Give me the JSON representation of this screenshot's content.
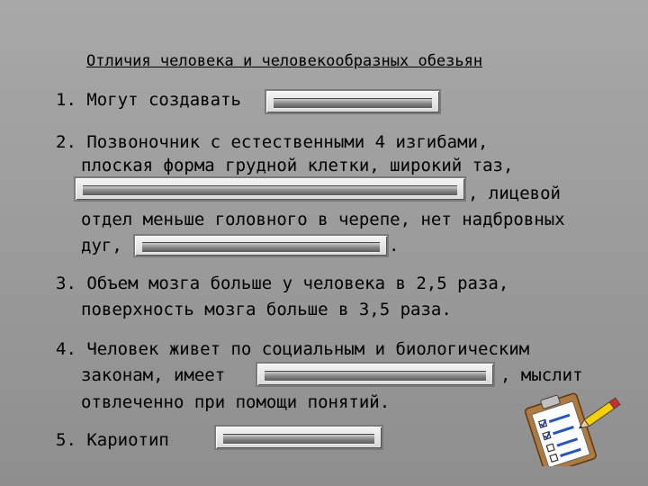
{
  "title": "Отличия человека  и человекообразных обезьян",
  "items": {
    "i1": {
      "text": "1. Могут создавать"
    },
    "i2": {
      "line1": "2.  Позвоночник с естественными 4 изгибами,",
      "line2": "плоская форма грудной клетки, широкий таз,",
      "line3_after": ", лицевой",
      "line4": "отдел меньше головного в черепе, нет надбровных",
      "line5_before": "дуг,",
      "line5_after": "."
    },
    "i3": {
      "line1": "3.  Объем мозга больше у человека в 2,5 раза,",
      "line2": "поверхность мозга больше в 3,5 раза."
    },
    "i4": {
      "line1": "4.  Человек живет по социальным и биологическим",
      "line2_before": "законам, имеет",
      "line2_after": ", мыслит",
      "line3": "отвлеченно при помощи понятий."
    },
    "i5": {
      "text": "5.  Кариотип"
    }
  },
  "clipboard_icon": "clipboard-checklist-icon",
  "colors": {
    "background": "#9e9e9e",
    "blank_fill": "#e6e6e6",
    "pencil_body": "#f7d000",
    "pencil_tip": "#d22b2b"
  }
}
